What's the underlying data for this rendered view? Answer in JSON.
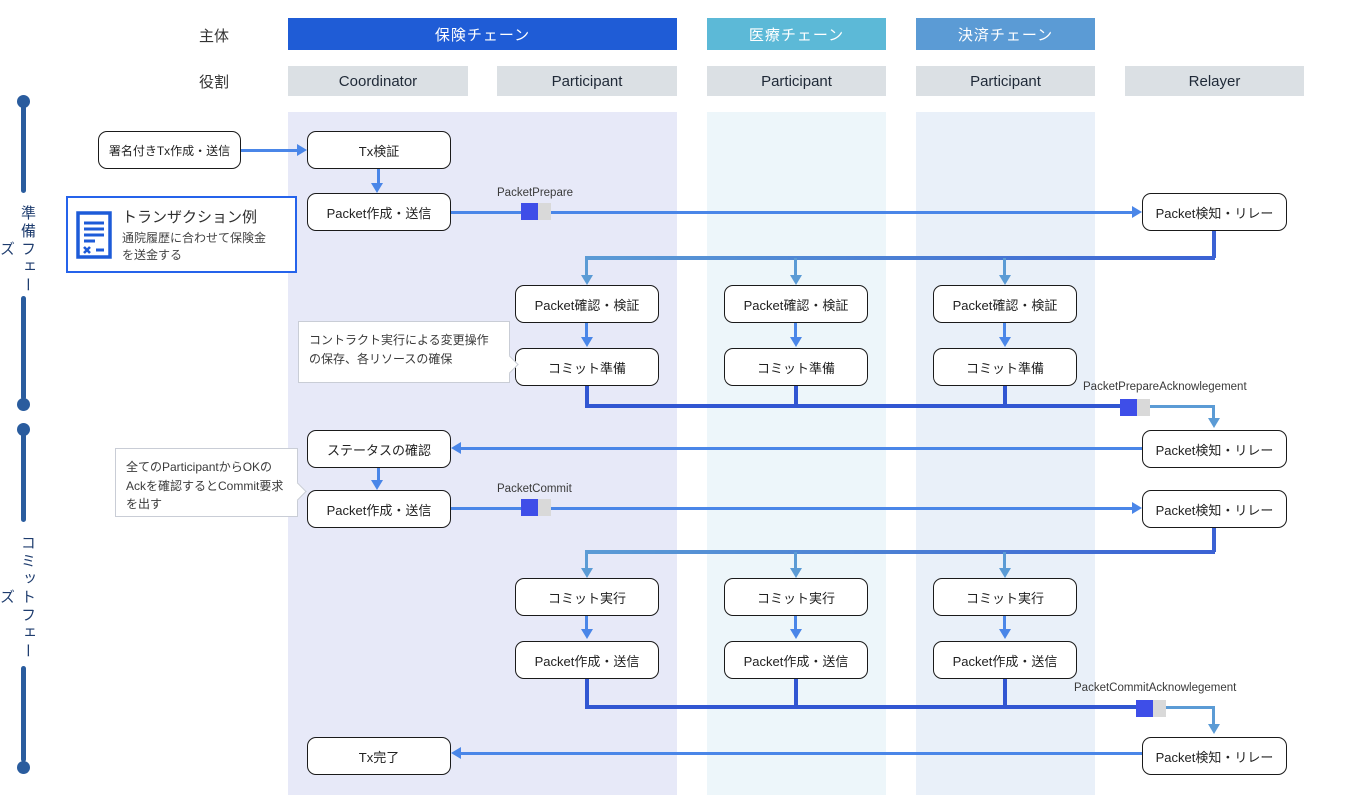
{
  "header": {
    "subject_label": "主体",
    "role_label": "役割",
    "chains": [
      {
        "label": "保険チェーン",
        "color": "#1f5cd6"
      },
      {
        "label": "医療チェーン",
        "color": "#5cb9d7"
      },
      {
        "label": "決済チェーン",
        "color": "#5b9bd5"
      }
    ],
    "roles": [
      "Coordinator",
      "Participant",
      "Participant",
      "Participant",
      "Relayer"
    ]
  },
  "phases": [
    {
      "label": "準備フェーズ"
    },
    {
      "label": "コミットフェーズ"
    }
  ],
  "transaction_example": {
    "title": "トランザクション例",
    "description": "通院履歴に合わせて保険金を送金する",
    "icon": "document-icon"
  },
  "callouts": [
    {
      "text": "コントラクト実行による変更操作の保存、各リソースの確保"
    },
    {
      "text": "全てのParticipantからOKのAckを確認するとCommit要求を出す"
    }
  ],
  "steps": {
    "signed_tx": "署名付きTx作成・送信",
    "tx_verify": "Tx検証",
    "packet_create_send": "Packet作成・送信",
    "packet_detect_relay": "Packet検知・リレー",
    "packet_confirm_verify": "Packet確認・検証",
    "commit_prepare": "コミット準備",
    "status_check": "ステータスの確認",
    "commit_exec": "コミット実行",
    "tx_complete": "Tx完了"
  },
  "packet_labels": {
    "prepare": "PacketPrepare",
    "prepare_ack": "PacketPrepareAcknowlegement",
    "commit": "PacketCommit",
    "commit_ack": "PacketCommitAcknowlegement"
  },
  "colors": {
    "insurance_chain": "#1f5cd6",
    "medical_chain": "#5cb9d7",
    "settlement_chain": "#5b9bd5",
    "insurance_band": "#e7e9f8",
    "medical_band": "#edf6fa",
    "settlement_band": "#e9f0f9",
    "arrow_medium": "#4a86e8",
    "arrow_light": "#5b9bd5",
    "arrow_dark": "#3156d2",
    "packet_icon_blue": "#3e4ee8",
    "timeline": "#2a5c9e"
  }
}
